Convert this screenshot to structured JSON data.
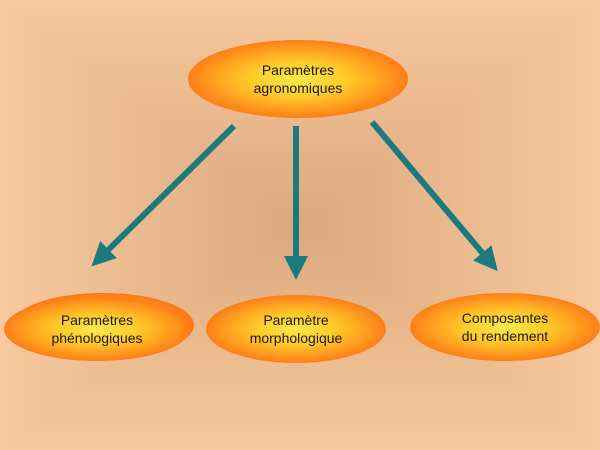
{
  "colors": {
    "arrow": "#1a7a7e",
    "node_center": "#ffe84a",
    "node_edge": "#ff3a0a",
    "background_light": "#f7c99e",
    "background_dark": "#5d4336"
  },
  "nodes": {
    "root": {
      "label": "Paramètres\nagronomiques"
    },
    "left": {
      "label": "Paramètres\nphénologiques"
    },
    "middle": {
      "label": "Paramètre\nmorphologique"
    },
    "right": {
      "label": "Composantes\ndu rendement"
    }
  }
}
